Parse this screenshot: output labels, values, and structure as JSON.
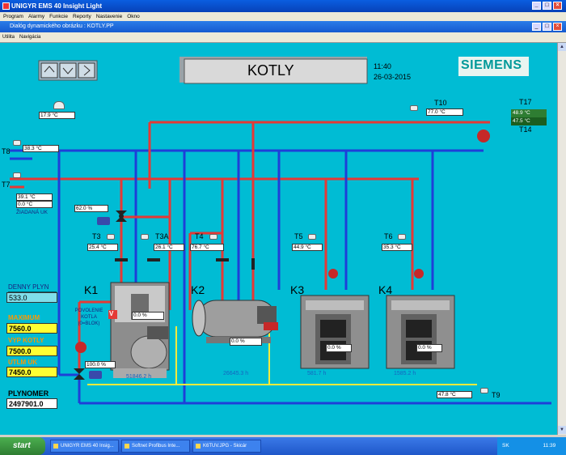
{
  "app": {
    "title": "UNIGYR EMS 40 Insight  Light"
  },
  "menu": [
    "Program",
    "Alarmy",
    "Funkcie",
    "Reporty",
    "Nastavenie",
    "Okno"
  ],
  "dialog": {
    "title": "Dialóg dynamického obrázku : KOTLY.PP"
  },
  "submenu": [
    "Utilita",
    "Navigácia"
  ],
  "header": {
    "title": "KOTLY",
    "time": "11:40",
    "date": "26-03-2015",
    "brand": "SIEMENS"
  },
  "sensors": {
    "outdoor": "17.9  °C",
    "T8": {
      "label": "T8",
      "value": "38.3  °C"
    },
    "T7": {
      "label": "T7",
      "value": "39.1  °C",
      "setpoint": "0.0  °C",
      "setpoint_label": "ŽIADANÁ UK"
    },
    "T10": {
      "label": "T10",
      "value": "77.0  °C"
    },
    "T17": {
      "label": "T17",
      "value": "48.9  °C"
    },
    "T14": {
      "label": "T14",
      "value": "47.5  °C"
    },
    "T3": {
      "label": "T3",
      "value": "25.4  °C"
    },
    "T3A": {
      "label": "T3A",
      "value": "26.1  °C"
    },
    "T4": {
      "label": "T4",
      "value": "76.7  °C"
    },
    "T5": {
      "label": "T5",
      "value": "44.9  °C"
    },
    "T6": {
      "label": "T6",
      "value": "35.3  °C"
    },
    "T9": {
      "label": "T9",
      "value": "47.8  °C"
    }
  },
  "valve": {
    "value": "62.0  %"
  },
  "pump_valve": {
    "value": "100.0  %"
  },
  "boilers": [
    {
      "label": "K1",
      "output": "0.0  %",
      "hours": "51846.2  h"
    },
    {
      "label": "K2",
      "output": "0.0  %",
      "hours": "26645.3  h"
    },
    {
      "label": "K3",
      "output": "0.0  %",
      "hours": "581.7  h"
    },
    {
      "label": "K4",
      "output": "0.0  %",
      "hours": "1585.2  h"
    }
  ],
  "k1_note": "POVOLENIE KOTLA (0=BLOK)",
  "k1_flag": "V",
  "left_panel": {
    "denny_plyn_label": "DENNY PLYN",
    "denny_plyn": "533.0",
    "maximum_label": "MAXIMUM",
    "maximum": "7560.0",
    "vyp_label": "VYP KOTLY",
    "vyp": "7500.0",
    "utlm_label": "UTLM UK",
    "utlm": "7450.0",
    "plynomer_label": "PLYNOMER",
    "plynomer": "2497901.0"
  },
  "taskbar": {
    "start": "start",
    "items": [
      "UNIGYR EMS 40 Insig...",
      "Softnet Profibus Inte...",
      "K6TUV.JPG - Skicár"
    ],
    "lang": "SK",
    "time": "11:39"
  },
  "colors": {
    "canvas": "#00bcd4",
    "supply": "#e53935",
    "return": "#1e3fd8",
    "gas": "#ffeb3b"
  }
}
